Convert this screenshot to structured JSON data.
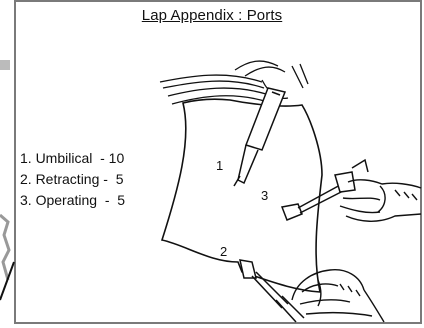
{
  "title": "Lap Appendix : Ports",
  "ports": [
    {
      "label": "1. Umbilical  - 10"
    },
    {
      "label": "2. Retracting -  5"
    },
    {
      "label": "3. Operating  -  5"
    }
  ],
  "diagram_labels": {
    "port_1": "1",
    "port_2": "2",
    "port_3": "3"
  },
  "colors": {
    "ink": "#111111",
    "frame": "#7a7a7a",
    "paper": "#ffffff"
  }
}
